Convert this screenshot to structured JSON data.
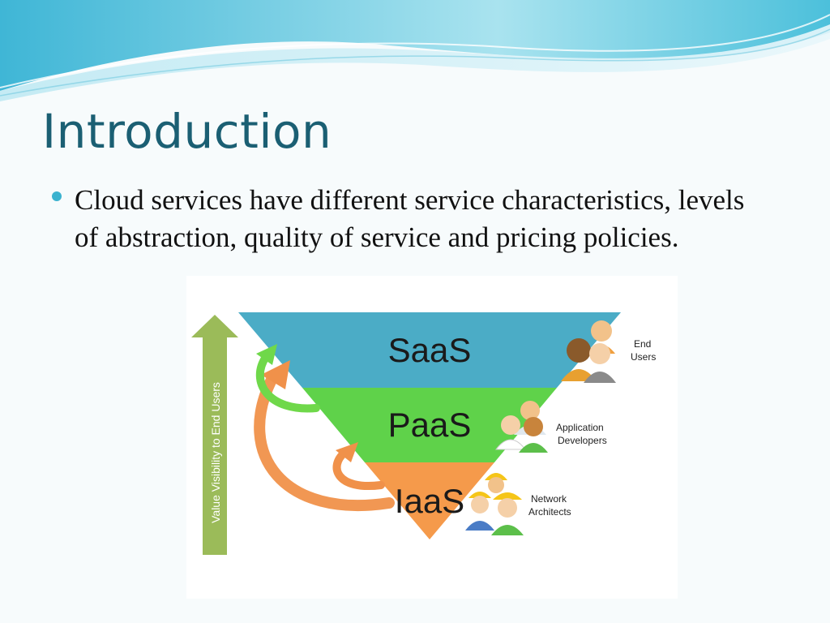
{
  "slide": {
    "title": "Introduction",
    "bullet": "Cloud services have different service characteristics, levels of abstraction, quality of service and pricing policies."
  },
  "diagram": {
    "arrow_label": "Value Visibility to End Users",
    "layers": [
      {
        "label": "SaaS",
        "color": "#4bacc6"
      },
      {
        "label": "PaaS",
        "color": "#5fd24a"
      },
      {
        "label": "IaaS",
        "color": "#f59a4b"
      }
    ],
    "roles": [
      {
        "line1": "End",
        "line2": "Users"
      },
      {
        "line1": "Application",
        "line2": "Developers"
      },
      {
        "line1": "Network",
        "line2": "Architects"
      }
    ]
  },
  "colors": {
    "title": "#1b5f73",
    "bullet_dot": "#3bb2cf",
    "value_arrow": "#9bbb59",
    "curve_arrow_green": "#6fd84a",
    "curve_arrow_orange": "#f0914a"
  }
}
